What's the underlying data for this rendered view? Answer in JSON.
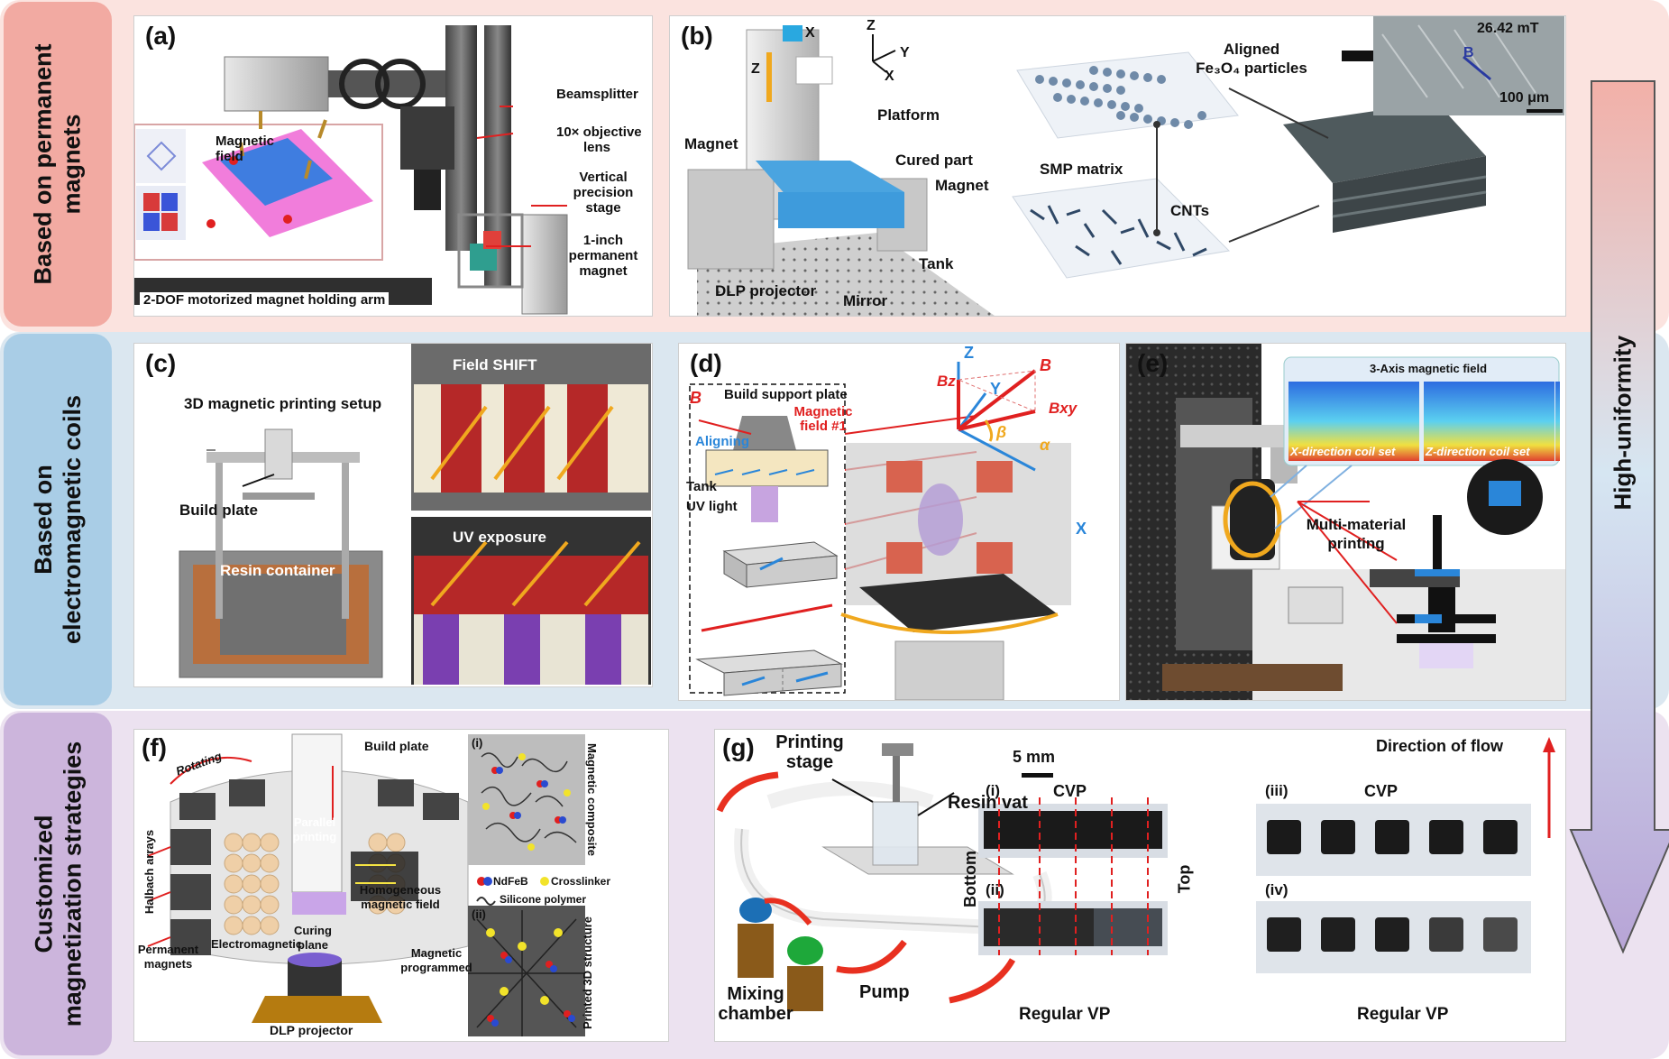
{
  "bands": [
    {
      "label_lines": [
        "Based on permanent",
        "magnets"
      ],
      "bg": "#fbe3df",
      "label_bg": "#f2aaa2"
    },
    {
      "label_lines": [
        "Based on",
        "electromagnetic coils"
      ],
      "bg": "#dbe7f0",
      "label_bg": "#a9cde6"
    },
    {
      "label_lines": [
        "Customized",
        "magnetization strategies"
      ],
      "bg": "#ece2f0",
      "label_bg": "#ccb5dc"
    }
  ],
  "uniformity_label": "High-uniformity",
  "panels": {
    "a": {
      "label": "(a)",
      "texts": {
        "beamsplitter": "Beamsplitter",
        "objective": "10× objective",
        "objective2": "lens",
        "stage1": "Vertical",
        "stage2": "precision",
        "stage3": "stage",
        "magnet1": "1-inch",
        "magnet2": "permanent",
        "magnet3": "magnet",
        "field1": "Magnetic",
        "field2": "field",
        "arm": "2-DOF motorized magnet holding arm"
      }
    },
    "b": {
      "label": "(b)",
      "texts": {
        "x": "X",
        "z": "Z",
        "ax_z": "Z",
        "ax_y": "Y",
        "ax_x": "X",
        "platform": "Platform",
        "magnet_l": "Magnet",
        "cured": "Cured part",
        "magnet_r": "Magnet",
        "tank": "Tank",
        "dlp": "DLP projector",
        "mirror": "Mirror",
        "aligned1": "Aligned",
        "aligned2": "Fe₃O₄ particles",
        "smp": "SMP matrix",
        "cnts": "CNTs",
        "field_val": "26.42 mT",
        "b": "B",
        "scale": "100 μm"
      }
    },
    "c": {
      "label": "(c)",
      "texts": {
        "setup": "3D magnetic printing setup",
        "build": "Build plate",
        "resin": "Resin container",
        "shift": "Field SHIFT",
        "uv": "UV exposure"
      }
    },
    "d": {
      "label": "(d)",
      "texts": {
        "b_left": "B",
        "build_support": "Build support plate",
        "mag_field1": "Magnetic",
        "mag_field2": "field #1",
        "aligning": "Aligning",
        "tank": "Tank",
        "uv": "UV light",
        "z": "Z",
        "bz": "Bz",
        "b": "B",
        "y": "Y",
        "beta": "β",
        "bxy": "Bxy",
        "alpha": "α",
        "x": "X"
      }
    },
    "e": {
      "label": "(e)",
      "texts": {
        "title3": "3-Axis magnetic field",
        "xcoil": "X-direction coil set",
        "zcoil": "Z-direction coil set",
        "multi1": "Multi-material",
        "multi2": "printing"
      }
    },
    "f": {
      "label": "(f)",
      "texts": {
        "rotating": "Rotating",
        "build": "Build plate",
        "halbach": "Halbach arrays",
        "parallel": "Parallel",
        "printing": "printing",
        "curing1": "Curing",
        "curing2": "plane",
        "homog1": "Homogeneous",
        "homog2": "magnetic field",
        "em": "Electromagnetic",
        "pm1": "Permanent",
        "pm2": "magnets",
        "dlp": "DLP projector",
        "i": "(i)",
        "ii": "(ii)",
        "composite": "Magnetic composite",
        "structure": "Printed 3D structure",
        "ndfeb": "NdFeB",
        "cross": "Crosslinker",
        "silicone": "Silicone polymer",
        "programmed1": "Magnetic",
        "programmed2": "programmed"
      }
    },
    "g": {
      "label": "(g)",
      "texts": {
        "stage1": "Printing",
        "stage2": "stage",
        "resin": "Resin vat",
        "mixing1": "Mixing",
        "mixing2": "chamber",
        "pump": "Pump",
        "scale": "5 mm",
        "i": "(i)",
        "cvp1": "CVP",
        "ii": "(ii)",
        "bottom": "Bottom",
        "top": "Top",
        "regular1": "Regular VP",
        "iii": "(iii)",
        "cvp2": "CVP",
        "iv": "(iv)",
        "regular2": "Regular VP",
        "flow": "Direction of flow"
      }
    }
  },
  "colors": {
    "red": "#e02020",
    "blue": "#2a86d9",
    "gold": "#f0a81e",
    "dark": "#333333"
  }
}
